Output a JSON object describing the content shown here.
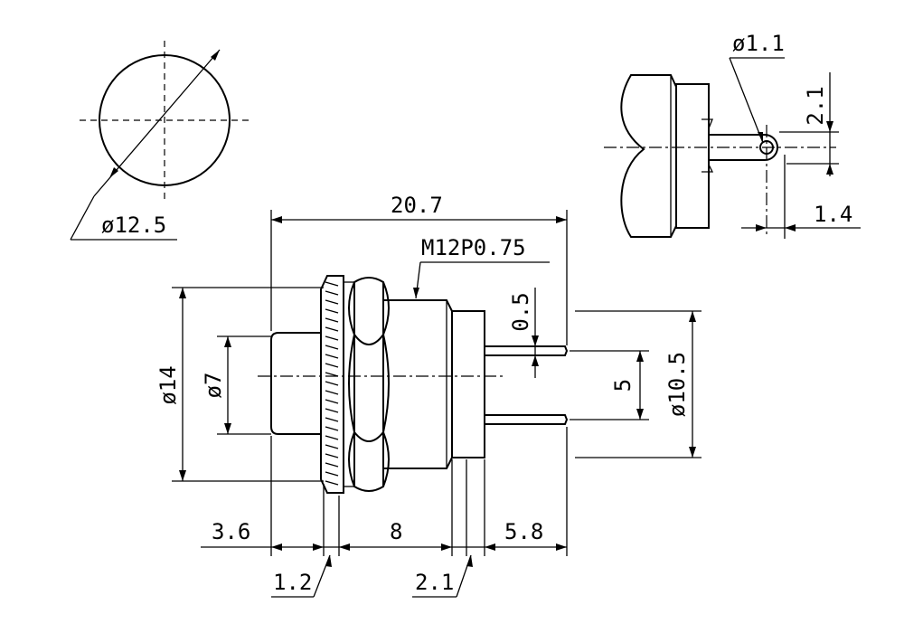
{
  "labels": {
    "dia_12_5": "ø12.5",
    "dia_1_1": "ø1.1",
    "dim_2_1_pin": "2.1",
    "dim_1_4": "1.4",
    "dim_20_7": "20.7",
    "thread": "M12P0.75",
    "dim_0_5": "0.5",
    "dia_14": "ø14",
    "dia_7": "ø7",
    "dim_5": "5",
    "dia_10_5": "ø10.5",
    "dim_3_6": "3.6",
    "dim_8": "8",
    "dim_5_8": "5.8",
    "dim_1_2": "1.2",
    "dim_2_1_bottom": "2.1"
  }
}
